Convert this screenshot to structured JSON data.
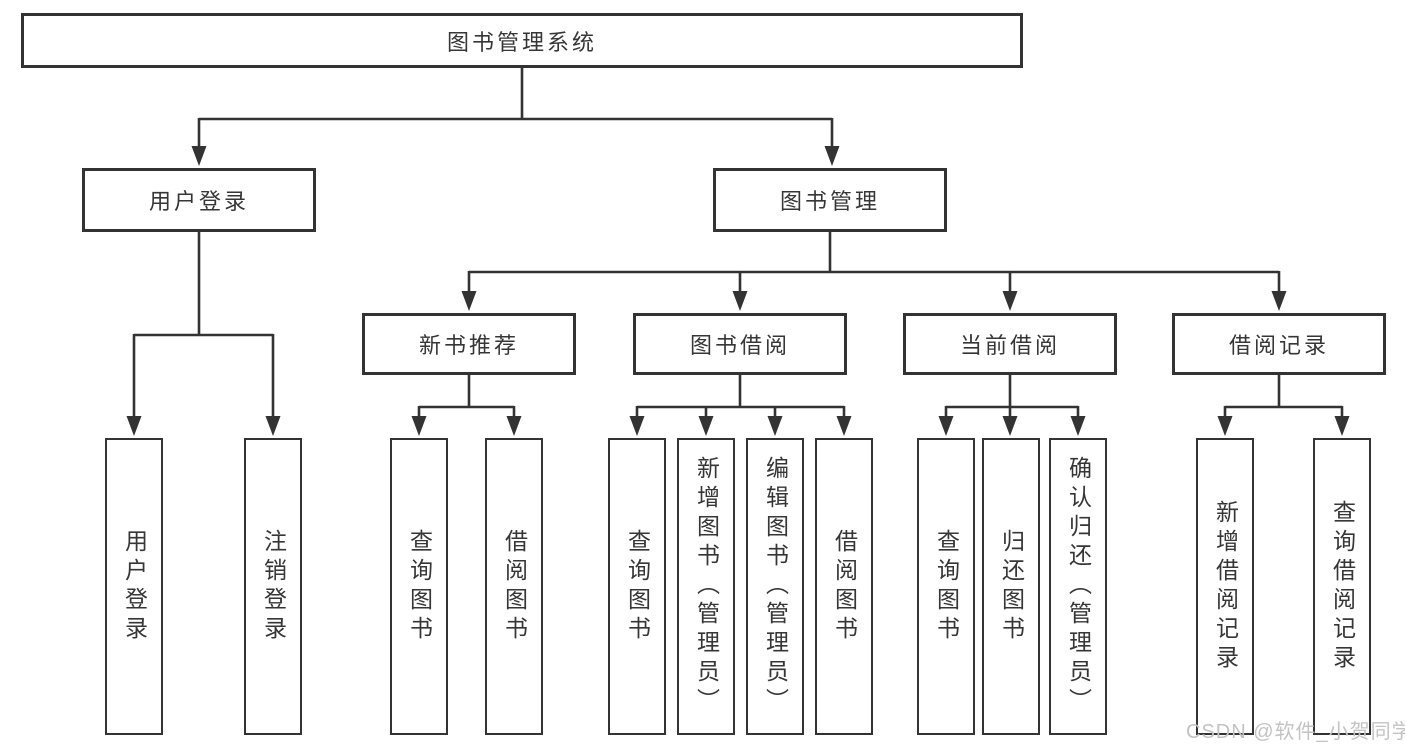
{
  "diagram": {
    "root": "图书管理系统",
    "level2": {
      "user_login": "用户登录",
      "book_mgmt": "图书管理"
    },
    "level3": {
      "new_books": "新书推荐",
      "book_borrow": "图书借阅",
      "current_borrow": "当前借阅",
      "borrow_records": "借阅记录"
    },
    "leaves": {
      "user_login": [
        "用户登录",
        "注销登录"
      ],
      "new_books": [
        "查询图书",
        "借阅图书"
      ],
      "book_borrow": [
        "查询图书",
        "新增图书（管理员）",
        "编辑图书（管理员）",
        "借阅图书"
      ],
      "current_borrow": [
        "查询图书",
        "归还图书",
        "确认归还（管理员）"
      ],
      "borrow_records": [
        "新增借阅记录",
        "查询借阅记录"
      ]
    },
    "watermark": "CSDN @软件_小贺同学"
  }
}
